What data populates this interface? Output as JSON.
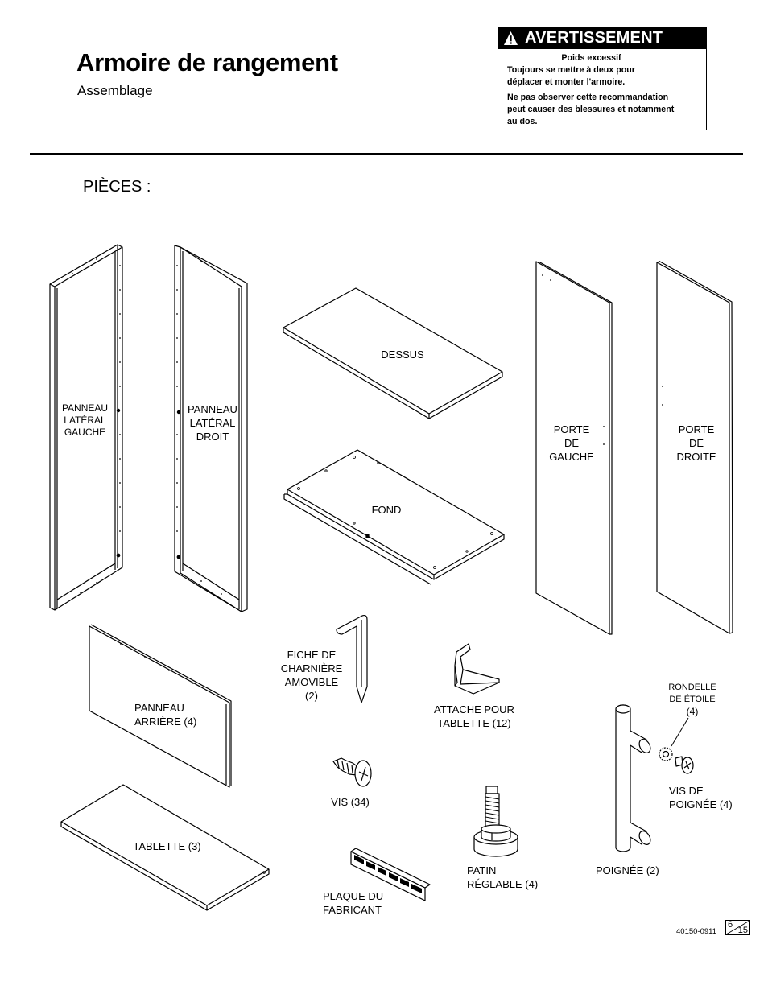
{
  "header": {
    "title": "Armoire de rangement",
    "subtitle": "Assemblage"
  },
  "warning": {
    "heading": "AVERTISSEMENT",
    "subheading": "Poids excessif",
    "line1": "Toujours se mettre à deux pour",
    "line2": "déplacer et monter l'armoire.",
    "line3": "Ne pas observer cette recommandation",
    "line4": "peut causer des blessures et notamment",
    "line5": "au dos."
  },
  "section": {
    "title": "PIÈCES :"
  },
  "parts": {
    "left_side_panel": [
      "PANNEAU",
      "LATÉRAL",
      "GAUCHE"
    ],
    "right_side_panel": [
      "PANNEAU",
      "LATÉRAL",
      "DROIT"
    ],
    "top": "DESSUS",
    "bottom": "FOND",
    "left_door": [
      "PORTE",
      "DE",
      "GAUCHE"
    ],
    "right_door": [
      "PORTE",
      "DE",
      "DROITE"
    ],
    "back_panel": [
      "PANNEAU",
      "ARRIÈRE (4)"
    ],
    "hinge_pin": [
      "FICHE DE",
      "CHARNIÈRE",
      "AMOVIBLE",
      "(2)"
    ],
    "shelf_clip": [
      "ATTACHE POUR",
      "TABLETTE (12)"
    ],
    "star_washer": [
      "RONDELLE",
      "DE ÉTOILE",
      "(4)"
    ],
    "handle_screw": [
      "VIS DE",
      "POIGNÉE (4)"
    ],
    "screw": "VIS (34)",
    "shelf": "TABLETTE (3)",
    "leveler": [
      "PATIN",
      "RÉGLABLE (4)"
    ],
    "handle": "POIGNÉE (2)",
    "nameplate": [
      "PLAQUE DU",
      "FABRICANT"
    ]
  },
  "footer": {
    "code": "40150-0911",
    "page": "6",
    "total": "15"
  }
}
